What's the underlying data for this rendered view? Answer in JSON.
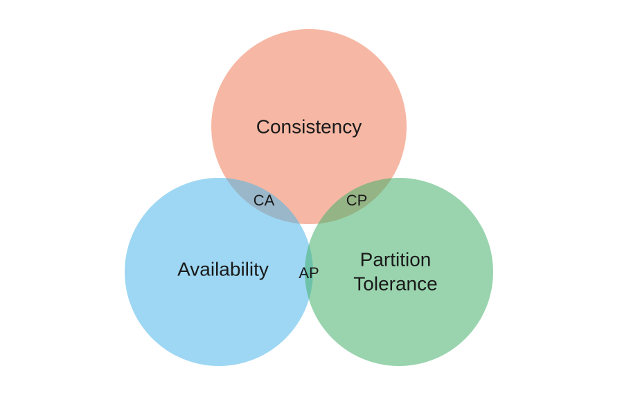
{
  "diagram": {
    "circles": {
      "consistency": {
        "label": "Consistency",
        "color": "#ef7e59"
      },
      "availability": {
        "label": "Availability",
        "color": "#4fb6ea"
      },
      "partition": {
        "label_line1": "Partition",
        "label_line2": "Tolerance",
        "color": "#45b06c"
      }
    },
    "intersections": {
      "ca": "CA",
      "cp": "CP",
      "ap": "AP"
    },
    "circle_opacity": 0.55
  }
}
